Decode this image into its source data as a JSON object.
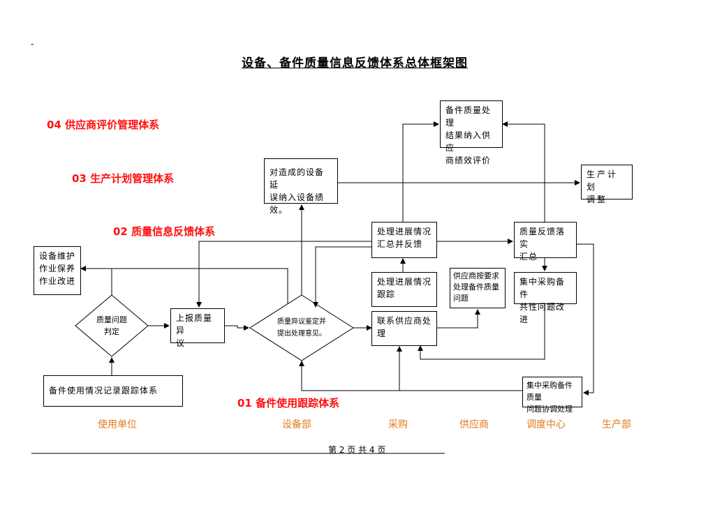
{
  "page": {
    "title": "设备、备件质量信息反馈体系总体框架图",
    "dash": "-",
    "footer": "第 2 页 共 4 页"
  },
  "systems": {
    "s04": "04 供应商评价管理体系",
    "s03": "03 生产计划管理体系",
    "s02": "02 质量信息反馈体系",
    "s01": "01 备件使用跟踪体系"
  },
  "nodes": {
    "maint": [
      "设备维护",
      "作业保养",
      "作业改进"
    ],
    "record": [
      "备件使用情况记录跟踪体系"
    ],
    "judge": [
      "质量问题",
      "判定"
    ],
    "report": [
      "上报质量异",
      "议"
    ],
    "identify": [
      "质量异议鉴定并",
      "提出处理意见。"
    ],
    "delay": [
      "对造成的设备延",
      "误纳入设备绩效。"
    ],
    "summary": [
      "处理进展情况",
      "汇总并反馈"
    ],
    "track": [
      "处理进展情况",
      "跟踪"
    ],
    "contact": [
      "联系供应商处",
      "理"
    ],
    "supplier_handle": [
      "供应商按要求",
      "处理备件质量",
      "问题"
    ],
    "eval": [
      "备件质量处理",
      "结果纳入供应",
      "商绩效评价"
    ],
    "feedback": [
      "质量反馈落实",
      "汇总"
    ],
    "central": [
      "集中采购备件",
      "共性问题改进"
    ],
    "plan": [
      "生产计划",
      "调整"
    ],
    "coord": [
      "集中采购备件质量",
      "问题协调处理"
    ]
  },
  "departments": [
    "使用单位",
    "设备部",
    "采购",
    "供应商",
    "调度中心",
    "生产部"
  ],
  "colors": {
    "system_label": "#ff1010",
    "department_label": "#e07a1a",
    "line": "#000000"
  }
}
